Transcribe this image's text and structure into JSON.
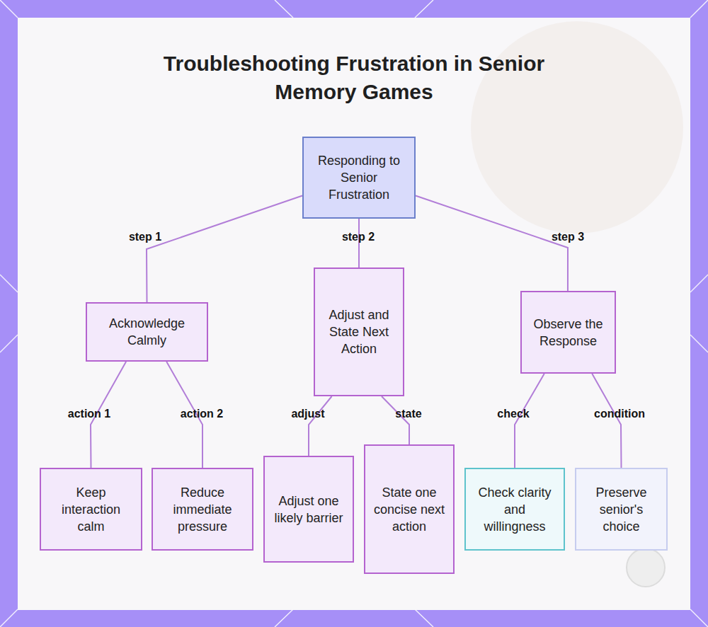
{
  "diagram": {
    "title": "Troubleshooting Frustration in Senior Memory Games",
    "nodes": [
      {
        "text": [
          "Responding to Senior Frustration"
        ]
      },
      {
        "text": [
          "Acknowledge Calmly"
        ]
      },
      {
        "text": [
          "Adjust and State Next Action"
        ]
      },
      {
        "text": [
          "Observe the Response"
        ]
      },
      {
        "text": [
          "Keep interaction calm"
        ]
      },
      {
        "text": [
          "Reduce immediate pressure"
        ]
      },
      {
        "text": [
          "Adjust one likely barrier"
        ]
      },
      {
        "text": [
          "State one concise next action"
        ]
      },
      {
        "text": [
          "Check clarity and willingness"
        ]
      },
      {
        "text": [
          "Preserve senior's choice"
        ]
      }
    ],
    "edges": [
      {
        "from": 0,
        "to": 1,
        "label": "step 1",
        "arrow": "none"
      },
      {
        "from": 0,
        "to": 2,
        "label": "step 2",
        "arrow": "none"
      },
      {
        "from": 0,
        "to": 3,
        "label": "step 3",
        "arrow": "none"
      },
      {
        "from": 1,
        "to": 4,
        "label": "action 1",
        "arrow": "none"
      },
      {
        "from": 1,
        "to": 5,
        "label": "action 2",
        "arrow": "none"
      },
      {
        "from": 2,
        "to": 6,
        "label": "adjust",
        "arrow": "none"
      },
      {
        "from": 2,
        "to": 7,
        "label": "state",
        "arrow": "none"
      },
      {
        "from": 3,
        "to": 8,
        "label": "check",
        "arrow": "none"
      },
      {
        "from": 3,
        "to": 9,
        "label": "condition",
        "arrow": "none"
      }
    ]
  }
}
